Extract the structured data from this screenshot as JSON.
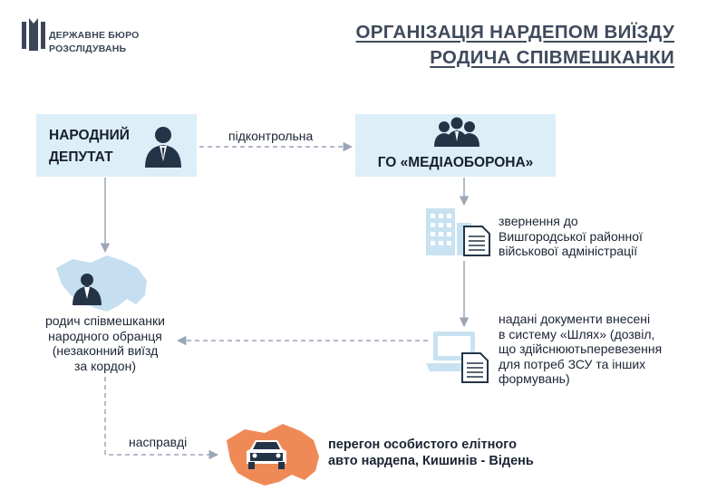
{
  "header": {
    "org_line1": "ДЕРЖАВНЕ БЮРО",
    "org_line2": "РОЗСЛІДУВАНЬ",
    "title_line1": "ОРГАНІЗАЦІЯ НАРДЕПОМ ВИЇЗДУ",
    "title_line2": "РОДИЧА СПІВМЕШКАНКИ"
  },
  "nodes": {
    "deputy": {
      "line1": "НАРОДНИЙ",
      "line2": "ДЕПУТАТ"
    },
    "org": {
      "label": "ГО «МЕДІАОБОРОНА»"
    },
    "appeal": {
      "line1": "звернення до",
      "line2": "Вишгородської районної",
      "line3": "військової адміністрації"
    },
    "documents": {
      "line1": "надані документи внесені",
      "line2": "в систему «Шлях» (дозвіл,",
      "line3": "що здійснюютьперевезення",
      "line4": "для потреб ЗСУ та інших",
      "line5": "формувань)"
    },
    "relative": {
      "line1": "родич співмешканки",
      "line2": "народного обранця",
      "line3": "(незаконний виїзд",
      "line4": "за кордон)"
    },
    "car": {
      "line1": "перегон особистого елітного",
      "line2": "авто нардепа, Кишинів - Відень"
    }
  },
  "edges": {
    "controlled": "підконтрольна",
    "actually": "насправді"
  },
  "colors": {
    "box_fill": "#dceef8",
    "icon_dark": "#243447",
    "icon_light": "#c9e2f2",
    "map_blue": "#c5dff1",
    "map_orange": "#ef8a57",
    "arrow": "#9aa6b6"
  }
}
